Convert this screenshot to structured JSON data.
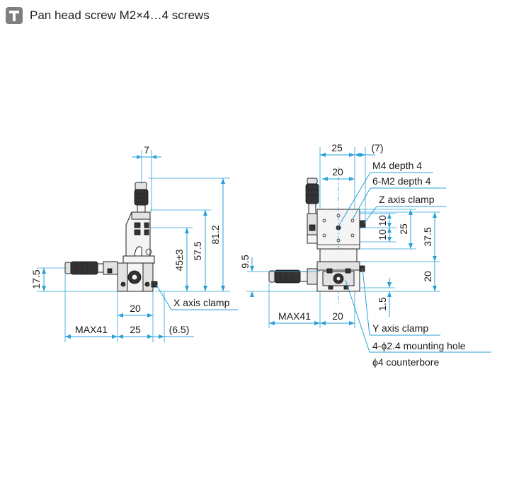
{
  "header": {
    "note": "Pan head screw M2×4…4 screws"
  },
  "dimensions": {
    "top_7": "7",
    "h_81_2": "81.2",
    "h_57_5": "57.5",
    "h_45": "45±3",
    "h_17_5": "17.5",
    "w_20_left": "20",
    "w_max41_left": "MAX41",
    "w_25_left": "25",
    "w_6_5": "(6.5)",
    "top_25": "25",
    "top_7_paren": "(7)",
    "top_20": "20",
    "v_9_5": "9.5",
    "v_10a": "10",
    "v_10b": "10",
    "v_25": "25",
    "v_37_5": "37.5",
    "v_20": "20",
    "v_1_5": "1.5",
    "w_max41_right": "MAX41",
    "w_20_right": "20"
  },
  "callouts": {
    "x_axis_clamp": "X axis clamp",
    "m4_depth": "M4 depth 4",
    "m2_depth": "6-M2 depth 4",
    "z_axis_clamp": "Z axis clamp",
    "y_axis_clamp": "Y axis clamp",
    "mounting_hole": "4-ϕ2.4 mounting hole",
    "counterbore": "ϕ4 counterbore"
  }
}
